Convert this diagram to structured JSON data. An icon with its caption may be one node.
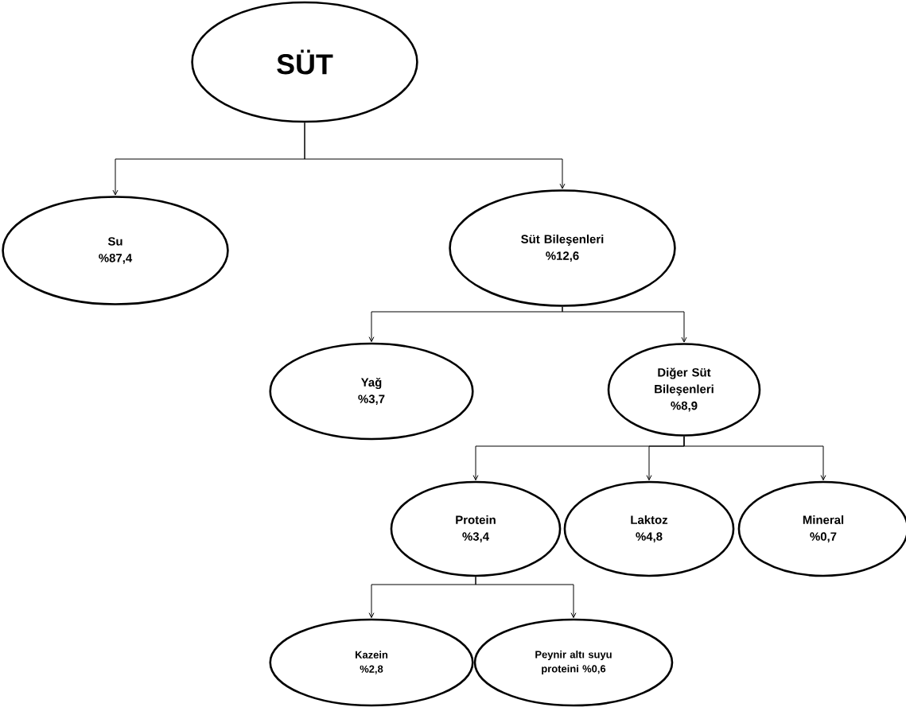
{
  "diagram": {
    "nodes": [
      {
        "text": [
          "SÜT"
        ]
      },
      {
        "text": [
          "Su",
          "%87,4"
        ]
      },
      {
        "text": [
          "Süt Bileşenleri",
          "%12,6"
        ]
      },
      {
        "text": [
          "Yağ",
          "%3,7"
        ]
      },
      {
        "text": [
          "Diğer Süt Bileşenleri",
          "%8,9"
        ]
      },
      {
        "text": [
          "Protein",
          "%3,4"
        ]
      },
      {
        "text": [
          "Laktoz",
          "%4,8"
        ]
      },
      {
        "text": [
          "Mineral",
          "%0,7"
        ]
      },
      {
        "text": [
          "Kazein",
          "%2,8"
        ]
      },
      {
        "text": [
          "Peynir altı suyu proteini %0,6"
        ]
      }
    ],
    "edges": [
      {
        "from": 0,
        "to": 1,
        "arrow": "to"
      },
      {
        "from": 0,
        "to": 2,
        "arrow": "to"
      },
      {
        "from": 2,
        "to": 3,
        "arrow": "to"
      },
      {
        "from": 2,
        "to": 4,
        "arrow": "to"
      },
      {
        "from": 4,
        "to": 5,
        "arrow": "to"
      },
      {
        "from": 4,
        "to": 6,
        "arrow": "to"
      },
      {
        "from": 4,
        "to": 7,
        "arrow": "to"
      },
      {
        "from": 5,
        "to": 8,
        "arrow": "to"
      },
      {
        "from": 5,
        "to": 9,
        "arrow": "to"
      }
    ]
  }
}
